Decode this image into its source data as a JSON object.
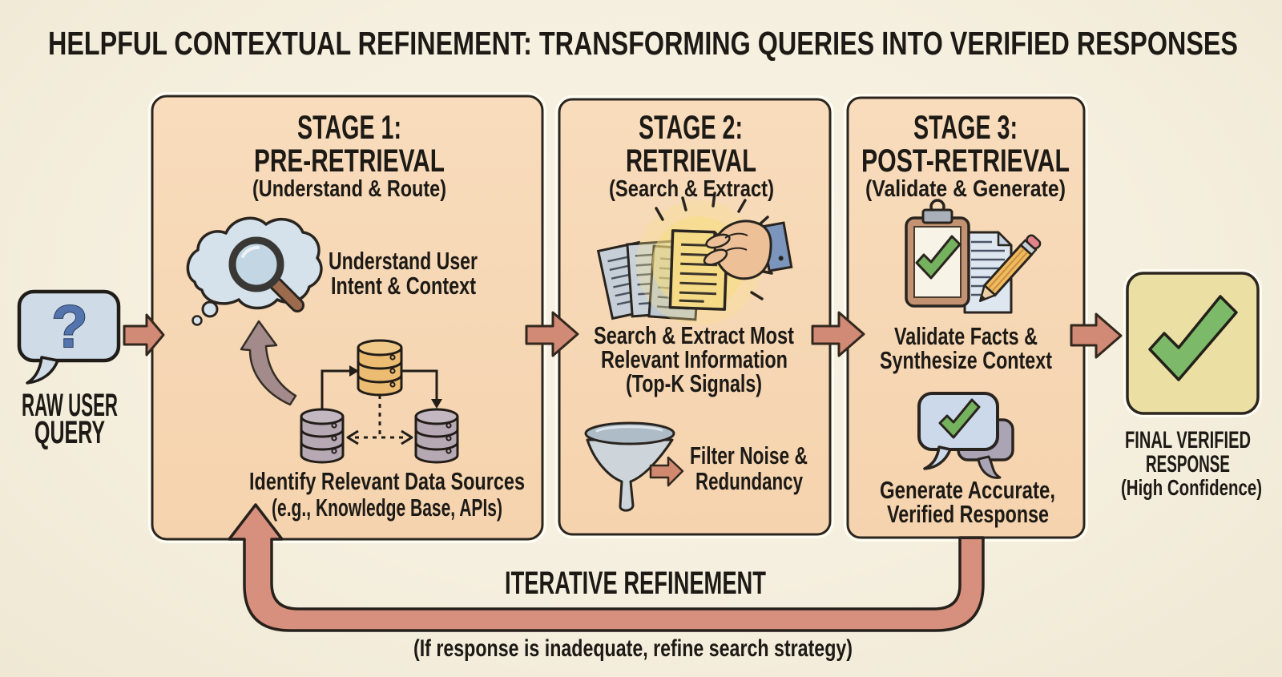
{
  "title": "HELPFUL CONTEXTUAL REFINEMENT: TRANSFORMING QUERIES INTO VERIFIED RESPONSES",
  "colors": {
    "background": "#f5efdf",
    "stage_box_fill": "#f8dab7",
    "box_border": "#2b2520",
    "flow_arrow": "#d18a75",
    "loop_arrow": "#d8907e",
    "text": "#1d1a16",
    "final_box_fill": "#ebdfa3",
    "check_green": "#7cb463",
    "query_bubble": "#cfdce8",
    "question_mark_blue": "#5474ae"
  },
  "input": {
    "icon": "question-speech-bubble",
    "glyph": "?",
    "lines": [
      "RAW USER",
      "QUERY"
    ]
  },
  "stages": [
    {
      "title": "STAGE 1:",
      "name": "PRE-RETRIEVAL",
      "subtitle": "(Understand & Route)",
      "items": [
        {
          "icon": "thought-cloud-magnifier",
          "lines": [
            "Understand User",
            "Intent & Context"
          ]
        },
        {
          "icon": "database-network",
          "lines": [
            "Identify Relevant Data Sources",
            "(e.g., Knowledge Base, APIs)"
          ]
        }
      ]
    },
    {
      "title": "STAGE 2:",
      "name": "RETRIEVAL",
      "subtitle": "(Search & Extract)",
      "items": [
        {
          "icon": "documents-hand-pick",
          "lines": [
            "Search & Extract Most",
            "Relevant Information",
            "(Top-K Signals)"
          ]
        },
        {
          "icon": "funnel",
          "lines": [
            "Filter Noise &",
            "Redundancy"
          ]
        }
      ]
    },
    {
      "title": "STAGE 3:",
      "name": "POST-RETRIEVAL",
      "subtitle": "(Validate & Generate)",
      "items": [
        {
          "icon": "clipboard-check-document-pencil",
          "lines": [
            "Validate Facts &",
            "Synthesize Context"
          ]
        },
        {
          "icon": "chat-bubbles-check",
          "lines": [
            "Generate Accurate,",
            "Verified Response"
          ]
        }
      ]
    }
  ],
  "output": {
    "icon": "green-checkmark-card",
    "lines": [
      "FINAL VERIFIED",
      "RESPONSE"
    ],
    "sublabel": "(High Confidence)"
  },
  "loop": {
    "label": "ITERATIVE REFINEMENT",
    "note": "(If response is inadequate, refine search strategy)"
  }
}
